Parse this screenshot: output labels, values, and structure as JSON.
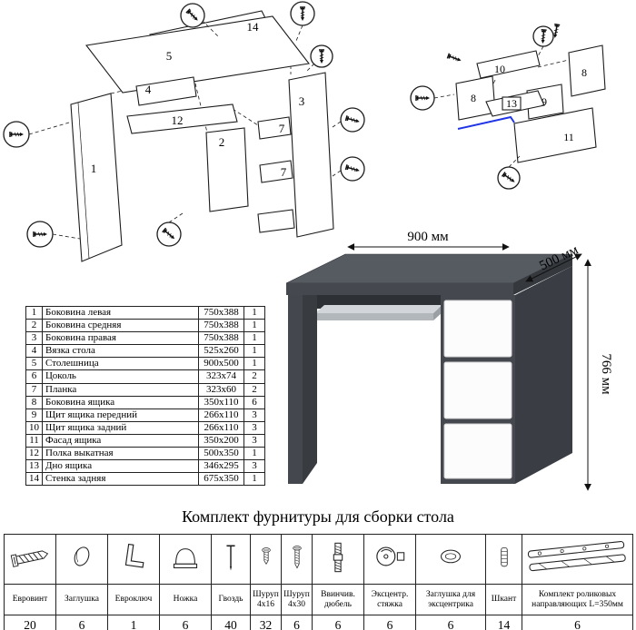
{
  "caption": "Комплект фурнитуры для сборки стола",
  "desk_view": {
    "width_label": "900 мм",
    "depth_label": "500 мм",
    "height_label": "766 мм"
  },
  "colors": {
    "desk_gray": "#45494f",
    "desk_top_gray": "#565b62",
    "desk_side_gray": "#3a3e44",
    "drawer_white": "#fcfcfc",
    "guide_blue": "#1f35e6"
  },
  "parts_table": {
    "rows": [
      {
        "num": "1",
        "name": "Боковина левая",
        "size": "750x388",
        "qty": "1"
      },
      {
        "num": "2",
        "name": "Боковина средняя",
        "size": "750x388",
        "qty": "1"
      },
      {
        "num": "3",
        "name": "Боковина правая",
        "size": "750x388",
        "qty": "1"
      },
      {
        "num": "4",
        "name": "Вязка стола",
        "size": "525x260",
        "qty": "1"
      },
      {
        "num": "5",
        "name": "Столешница",
        "size": "900x500",
        "qty": "1"
      },
      {
        "num": "6",
        "name": "Цоколь",
        "size": "323x74",
        "qty": "2"
      },
      {
        "num": "7",
        "name": "Планка",
        "size": "323x60",
        "qty": "2"
      },
      {
        "num": "8",
        "name": "Боковина ящика",
        "size": "350x110",
        "qty": "6"
      },
      {
        "num": "9",
        "name": "Щит ящика передний",
        "size": "266x110",
        "qty": "3"
      },
      {
        "num": "10",
        "name": "Щит ящика задний",
        "size": "266x110",
        "qty": "3"
      },
      {
        "num": "11",
        "name": "Фасад ящика",
        "size": "350x200",
        "qty": "3"
      },
      {
        "num": "12",
        "name": "Полка выкатная",
        "size": "500x350",
        "qty": "1"
      },
      {
        "num": "13",
        "name": "Дно ящика",
        "size": "346x295",
        "qty": "3"
      },
      {
        "num": "14",
        "name": "Стенка задняя",
        "size": "675x350",
        "qty": "1"
      }
    ]
  },
  "hardware_table": {
    "items": [
      {
        "icon": "eurovint-icon",
        "label": "Евровинт",
        "qty": "20"
      },
      {
        "icon": "cap-icon",
        "label": "Заглушка",
        "qty": "6"
      },
      {
        "icon": "hex-key-icon",
        "label": "Евроключ",
        "qty": "1"
      },
      {
        "icon": "foot-icon",
        "label": "Ножка",
        "qty": "6"
      },
      {
        "icon": "nail-icon",
        "label": "Гвоздь",
        "qty": "40"
      },
      {
        "icon": "screw-icon",
        "label": "Шуруп 4х16",
        "qty": "32"
      },
      {
        "icon": "screw-icon",
        "label": "Шуруп 4х30",
        "qty": "6"
      },
      {
        "icon": "screw-in-dowel-icon",
        "label": "Ввинчив. дюбель",
        "qty": "6"
      },
      {
        "icon": "cam-lock-icon",
        "label": "Эксцентр. стяжка",
        "qty": "6"
      },
      {
        "icon": "cam-cap-icon",
        "label": "Заглушка для эксцентрика",
        "qty": "6"
      },
      {
        "icon": "dowel-icon",
        "label": "Шкант",
        "qty": "14"
      },
      {
        "icon": "roller-guides-icon",
        "label": "Комплект роликовых направляющих L=350мм",
        "qty": "6"
      }
    ]
  },
  "exploded_desk": {
    "labels": {
      "p1": "1",
      "p2": "2",
      "p3": "3",
      "p4": "4",
      "p5": "5",
      "p7a": "7",
      "p7b": "7",
      "p12": "12",
      "p14": "14"
    }
  },
  "exploded_drawer": {
    "labels": {
      "p8l": "8",
      "p8r": "8",
      "p9": "9",
      "p10": "10",
      "p11": "11",
      "p13": "13"
    }
  }
}
